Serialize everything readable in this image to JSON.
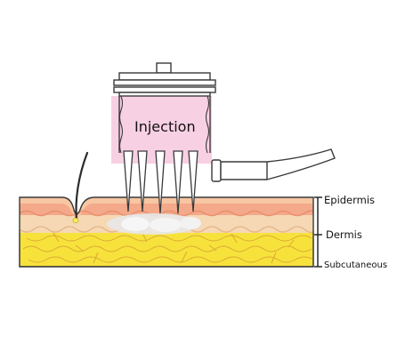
{
  "labels": {
    "injection": "Injection",
    "epidermis": "Epidermis",
    "dermis": "Dermis",
    "subcutaneous": "Subcutaneous"
  },
  "colors": {
    "epidermis": "#f3a98a",
    "epidermis_top": "#f7c6a3",
    "dermis": "#f6d8b5",
    "subcutaneous": "#f7e23c",
    "fat_lines": "#e0b83a",
    "injection_zone": "#f2a9cc",
    "solution_deposit": "#e8e8e8",
    "device_outline": "#3a3a3a",
    "hair": "#2b2b2b",
    "follicle": "#f7f05a"
  },
  "icons": [
    "injection-device",
    "needle",
    "tube-connector",
    "hair-follicle",
    "scale-bracket"
  ]
}
